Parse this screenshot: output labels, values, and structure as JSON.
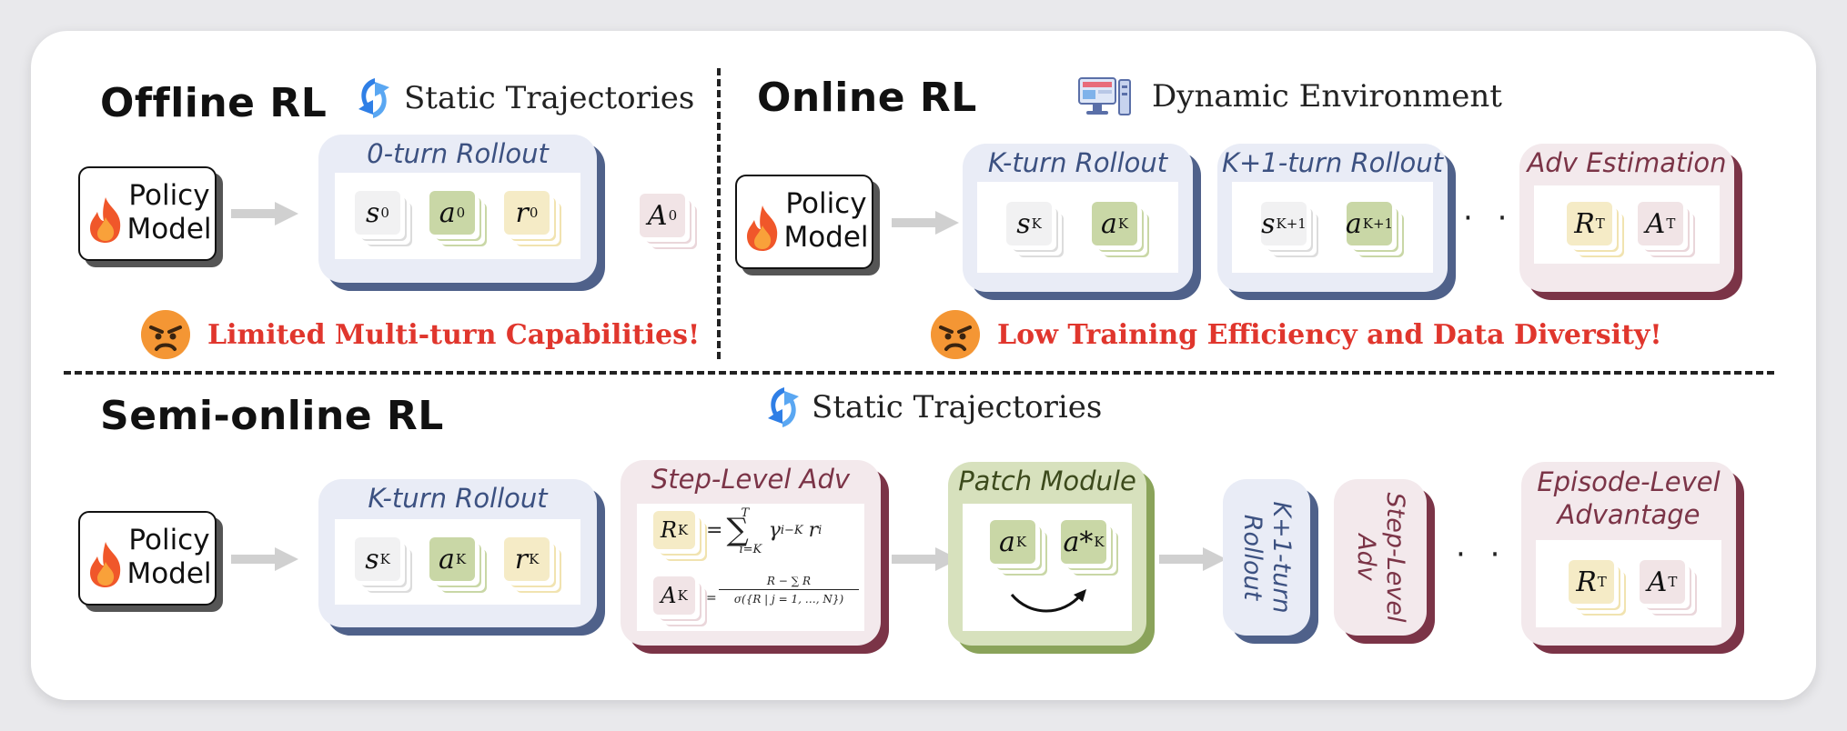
{
  "offline": {
    "title": "Offline RL",
    "subtitle": "Static Trajectories",
    "policy": {
      "line1": "Policy",
      "line2": "Model"
    },
    "panel_title": "0-turn Rollout",
    "tokens": {
      "s": "s",
      "s_sub": "0",
      "a": "a",
      "a_sub": "0",
      "r": "r",
      "r_sub": "0"
    },
    "adv": {
      "label": "A",
      "sub": "0"
    },
    "warning": "Limited Multi-turn Capabilities!"
  },
  "online": {
    "title": "Online RL",
    "subtitle": "Dynamic Environment",
    "policy": {
      "line1": "Policy",
      "line2": "Model"
    },
    "panel1": {
      "title": "K-turn Rollout",
      "s": "s",
      "s_sub": "K",
      "a": "a",
      "a_sub": "K"
    },
    "panel2": {
      "title": "K+1-turn Rollout",
      "s": "s",
      "s_sub": "K+1",
      "a": "a",
      "a_sub": "K+1"
    },
    "ellipsis": "· · ·",
    "panel3": {
      "title": "Adv Estimation",
      "r": "R",
      "r_sub": "T",
      "adv": "A",
      "adv_sub": "T"
    },
    "warning": "Low Training Efficiency and Data Diversity!"
  },
  "semi": {
    "title": "Semi-online RL",
    "subtitle": "Static Trajectories",
    "policy": {
      "line1": "Policy",
      "line2": "Model"
    },
    "rollout": {
      "title": "K-turn Rollout",
      "s": "s",
      "s_sub": "K",
      "a": "a",
      "a_sub": "K",
      "r": "r",
      "r_sub": "K"
    },
    "step_adv": {
      "title": "Step-Level Adv",
      "r": "R",
      "r_sub": "K",
      "r_formula": "= ∑ γ r",
      "r_formula_sup_top": "T",
      "r_formula_sub_bottom": "i=K",
      "r_formula_exp": "i−K",
      "r_formula_tail": "i",
      "adv": "A",
      "adv_sub": "K",
      "adv_formula_num": "R  − ∑ R",
      "adv_formula_den": "σ({R   | j = 1, …, N})"
    },
    "patch": {
      "title": "Patch Module",
      "a": "a",
      "a_sub": "K",
      "a_star": "a*",
      "a_star_sub": "K"
    },
    "next_rollout": {
      "line1": "K+1-turn",
      "line2": "Rollout"
    },
    "next_adv": {
      "line1": "Step-Level",
      "line2": "Adv"
    },
    "ellipsis": "· · ·",
    "episode": {
      "title1": "Episode-Level",
      "title2": "Advantage",
      "r": "R",
      "r_sub": "T",
      "adv": "A",
      "adv_sub": "T"
    }
  },
  "colors": {
    "blue_shadow": "#4f618a",
    "red_shadow": "#7b3447",
    "green_shadow": "#8aa35a",
    "warning": "#e0362d"
  }
}
